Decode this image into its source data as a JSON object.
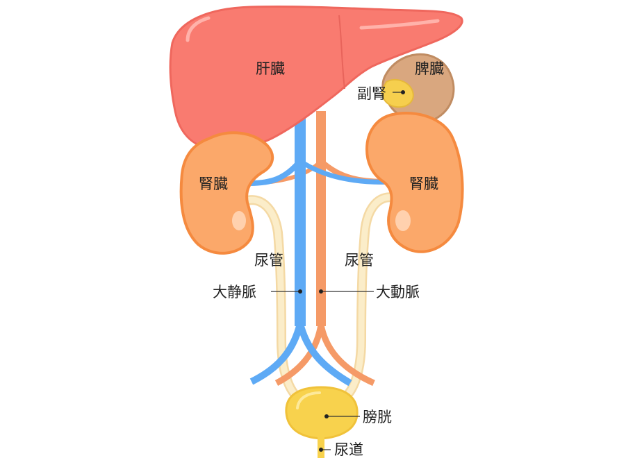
{
  "labels": {
    "liver": "肝臓",
    "spleen": "脾臓",
    "adrenal": "副腎",
    "kidney_left": "腎臓",
    "kidney_right": "腎臓",
    "ureter_left": "尿管",
    "ureter_right": "尿管",
    "vena_cava": "大静脈",
    "aorta": "大動脈",
    "bladder": "膀胱",
    "urethra": "尿道"
  },
  "colors": {
    "liver": "#f97b70",
    "spleen": "#d9a77f",
    "adrenal": "#f6cf4e",
    "kidney": "#fba86a",
    "kidney_outline": "#f58a3f",
    "ureter": "#fbe9c2",
    "vein": "#5eaaf5",
    "artery": "#f59a67",
    "bladder": "#f8d24d"
  }
}
